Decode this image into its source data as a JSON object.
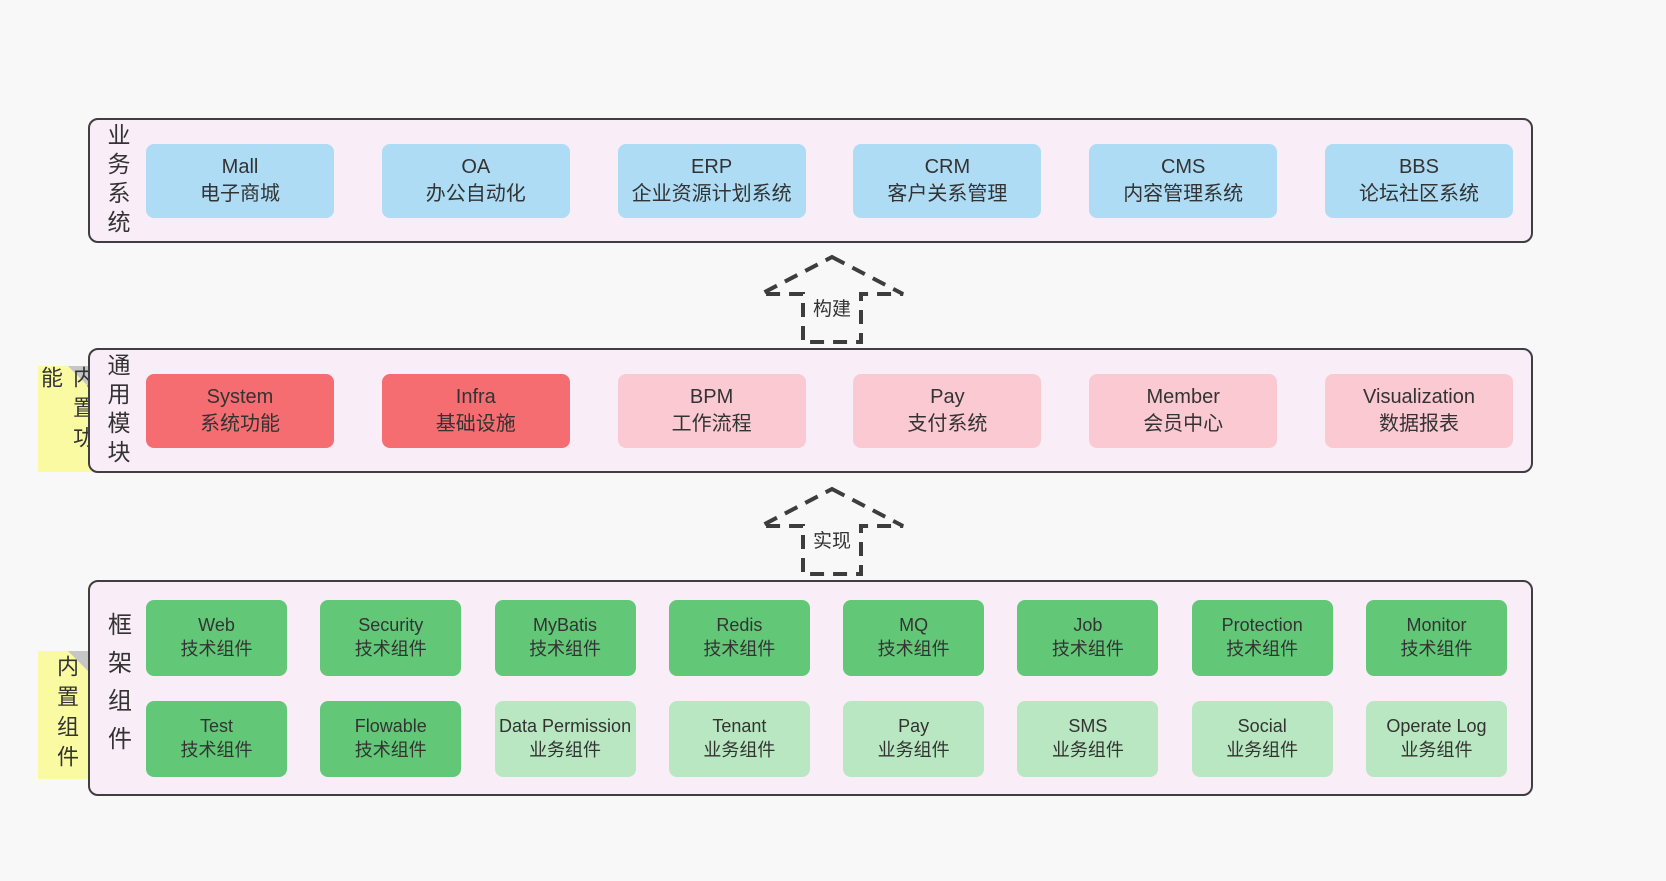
{
  "layers": {
    "business": {
      "label": "业务系统",
      "boxes": [
        {
          "name": "Mall",
          "desc": "电子商城"
        },
        {
          "name": "OA",
          "desc": "办公自动化"
        },
        {
          "name": "ERP",
          "desc": "企业资源计划系统"
        },
        {
          "name": "CRM",
          "desc": "客户关系管理"
        },
        {
          "name": "CMS",
          "desc": "内容管理系统"
        },
        {
          "name": "BBS",
          "desc": "论坛社区系统"
        }
      ]
    },
    "modules": {
      "label": "通用模块",
      "note": "内置功能",
      "boxes": [
        {
          "name": "System",
          "desc": "系统功能"
        },
        {
          "name": "Infra",
          "desc": "基础设施"
        },
        {
          "name": "BPM",
          "desc": "工作流程"
        },
        {
          "name": "Pay",
          "desc": "支付系统"
        },
        {
          "name": "Member",
          "desc": "会员中心"
        },
        {
          "name": "Visualization",
          "desc": "数据报表"
        }
      ]
    },
    "components": {
      "label": "框架组件",
      "note": "内置组件",
      "row1": [
        {
          "name": "Web",
          "desc": "技术组件"
        },
        {
          "name": "Security",
          "desc": "技术组件"
        },
        {
          "name": "MyBatis",
          "desc": "技术组件"
        },
        {
          "name": "Redis",
          "desc": "技术组件"
        },
        {
          "name": "MQ",
          "desc": "技术组件"
        },
        {
          "name": "Job",
          "desc": "技术组件"
        },
        {
          "name": "Protection",
          "desc": "技术组件"
        },
        {
          "name": "Monitor",
          "desc": "技术组件"
        }
      ],
      "row2": [
        {
          "name": "Test",
          "desc": "技术组件"
        },
        {
          "name": "Flowable",
          "desc": "技术组件"
        },
        {
          "name": "Data Permission",
          "desc": "业务组件"
        },
        {
          "name": "Tenant",
          "desc": "业务组件"
        },
        {
          "name": "Pay",
          "desc": "业务组件"
        },
        {
          "name": "SMS",
          "desc": "业务组件"
        },
        {
          "name": "Social",
          "desc": "业务组件"
        },
        {
          "name": "Operate Log",
          "desc": "业务组件"
        }
      ]
    }
  },
  "arrows": {
    "build": "构建",
    "implement": "实现"
  },
  "colors": {
    "page_bg": "#f8f8f8",
    "panel_bg": "#f9edf7",
    "panel_border": "#3f3f3f",
    "box_blue": "#aedcf5",
    "box_red": "#f56d71",
    "box_pink": "#fbc9d2",
    "box_green": "#62c878",
    "box_light_green": "#b9e7c1",
    "note_yellow": "#fafaa3",
    "note_fold_gray": "#c6c6c6",
    "text": "#333333"
  }
}
